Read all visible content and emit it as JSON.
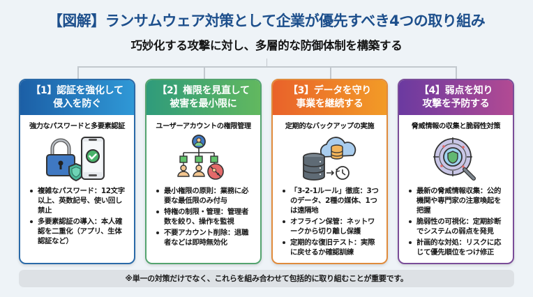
{
  "header": {
    "title": "【図解】ランサムウェア対策として企業が優先すべき4つの取り組み",
    "subtitle": "巧妙化する攻撃に対し、多層的な防御体制を構築する"
  },
  "colors": {
    "title": "#1d4f8c",
    "card1": "#1c5fa6",
    "card2": "#2f9b7b",
    "card3": "#e9622a",
    "card4": "#6b3aa0",
    "background": "#eef3f7"
  },
  "cards": [
    {
      "heading_line1": "【1】認証を強化して",
      "heading_line2": "侵入を防ぐ",
      "subheading": "強力なパスワードと多要素認証",
      "icon": "lock-phone-shield-icon",
      "bullets": [
        "複雑なパスワード：12文字以上、英数記号、使い回し禁止",
        "多要素認証の導入：本人確認を二重化（アプリ、生体認証など）"
      ]
    },
    {
      "heading_line1": "【2】権限を見直して",
      "heading_line2": "被害を最小限に",
      "subheading": "ユーザーアカウントの権限管理",
      "icon": "account-hierarchy-icon",
      "bullets": [
        "最小権限の原則：業務に必要な最低限のみ付与",
        "特権の制限・管理：管理者数を絞り、操作を監視",
        "不要アカウント削除：退職者などは即時無効化"
      ]
    },
    {
      "heading_line1": "【3】データを守り",
      "heading_line2": "事業を継続する",
      "subheading": "定期的なバックアップの実施",
      "icon": "database-cloud-backup-icon",
      "bullets": [
        "「3-2-1ルール」徹底：3つのデータ、2種の媒体、1つは遠隔地",
        "オフライン保管：ネットワークから切り離し保護",
        "定期的な復旧テスト：実際に戻せるか確認訓練"
      ]
    },
    {
      "heading_line1": "【4】弱点を知り",
      "heading_line2": "攻撃を予防する",
      "subheading": "脅威情報の収集と脆弱性対策",
      "icon": "magnifier-shield-radar-icon",
      "bullets": [
        "最新の脅威情報収集：公的機関や専門家の注意喚起を把握",
        "脆弱性の可視化：定期診断でシステムの弱点を発見",
        "計画的な対処：リスクに応じて優先順位をつけ修正"
      ]
    }
  ],
  "footer": {
    "note": "※単一の対策だけでなく、これらを組み合わせて包括的に取り組むことが重要です。"
  }
}
